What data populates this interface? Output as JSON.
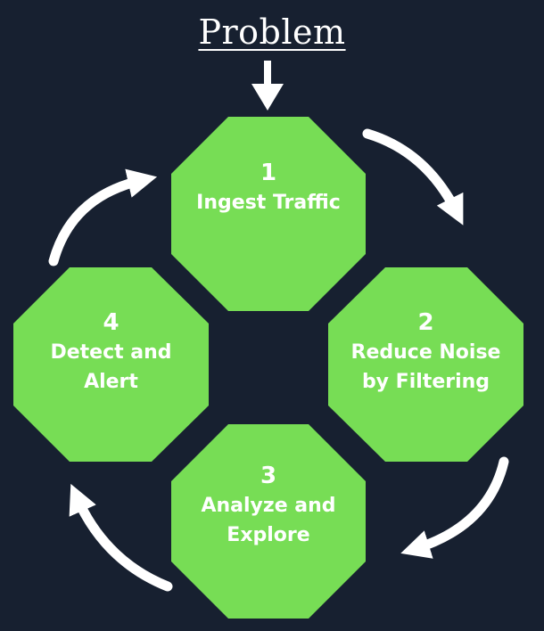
{
  "title": "Problem",
  "colors": {
    "background": "#172030",
    "octagon": "#77dd55",
    "arrow": "#ffffff",
    "text": "#ffffff"
  },
  "steps": [
    {
      "number": "1",
      "label": "Ingest Traffic"
    },
    {
      "number": "2",
      "label": "Reduce Noise\nby Filtering"
    },
    {
      "number": "3",
      "label": "Analyze and\nExplore"
    },
    {
      "number": "4",
      "label": "Detect and\nAlert"
    }
  ]
}
